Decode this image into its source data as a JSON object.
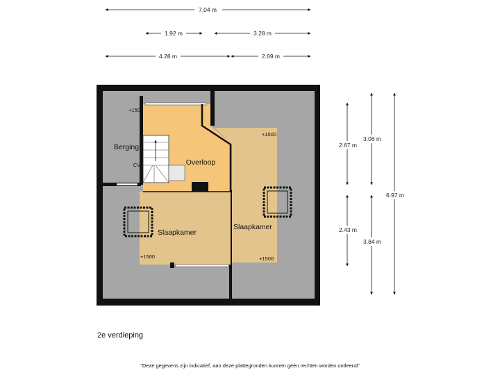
{
  "dimensions": {
    "total_width": "7.04 m",
    "segment_left_top": "1.92 m",
    "segment_right_top": "3.28 m",
    "segment_left_mid": "4.28 m",
    "segment_right_mid": "2.69 m",
    "height_inner_top": "2.67 m",
    "height_inner_bottom": "2.43 m",
    "height_mid_top": "3.06 m",
    "height_mid_bottom": "3.84 m",
    "total_height": "6.97 m"
  },
  "rooms": {
    "berging": "Berging",
    "cv": "CV",
    "overloop": "Overloop",
    "slaapkamer_left": "Slaapkamer",
    "slaapkamer_right": "Slaapkamer"
  },
  "height_markers": {
    "overloop": "+1500",
    "right_top": "+1500",
    "left_bottom": "+1500",
    "right_bottom": "+1500"
  },
  "floor_name": "2e verdieping",
  "disclaimer": "\"Deze gegevens zijn indicatief, aan deze plattegronden kunnen géén rechten worden ontleend\"",
  "colors": {
    "wall": "#111111",
    "roof_slope": "#a6a6a6",
    "floor_landing": "#f5c57a",
    "floor_bedroom": "#e3c48c"
  }
}
